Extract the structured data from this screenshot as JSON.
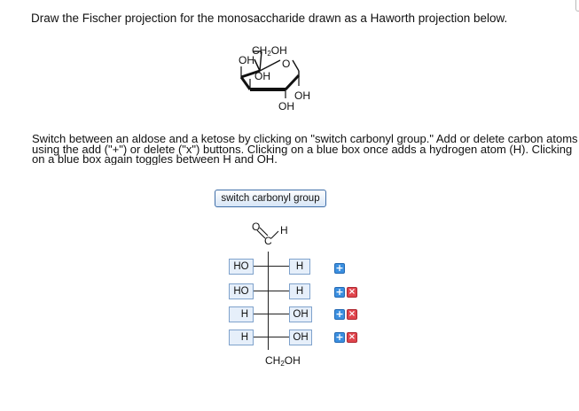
{
  "question": "Draw the Fischer projection for the monosaccharide drawn as a Haworth projection below.",
  "haworth": {
    "ch2oh_main": "CH",
    "ch2oh_sub": "2",
    "ch2oh_tail": "OH",
    "ring_o": "O",
    "oh_upper_left": "OH",
    "oh_inner": "OH",
    "oh_right": "OH",
    "oh_bottom": "OH"
  },
  "instructions": {
    "line1": "Switch between an aldose and a ketose by clicking on \"switch carbonyl group.\" Add or delete carbon atoms",
    "line2": "using the add (\"+\") or delete (\"x\") buttons. Clicking on a blue box once adds a hydrogen atom (H). Clicking",
    "line3": "on a blue box again toggles between H and OH."
  },
  "switch_button": "switch carbonyl group",
  "fischer": {
    "carbonyl_o": "O",
    "carbonyl_c": "C",
    "carbonyl_h": "H",
    "rows": [
      {
        "left": "HO",
        "right": "H"
      },
      {
        "left": "HO",
        "right": "H"
      },
      {
        "left": "H",
        "right": "OH"
      },
      {
        "left": "H",
        "right": "OH"
      }
    ],
    "bottom_main": "CH",
    "bottom_sub": "2",
    "bottom_tail": "OH"
  },
  "buttons": {
    "add": "+",
    "delete": "×"
  }
}
